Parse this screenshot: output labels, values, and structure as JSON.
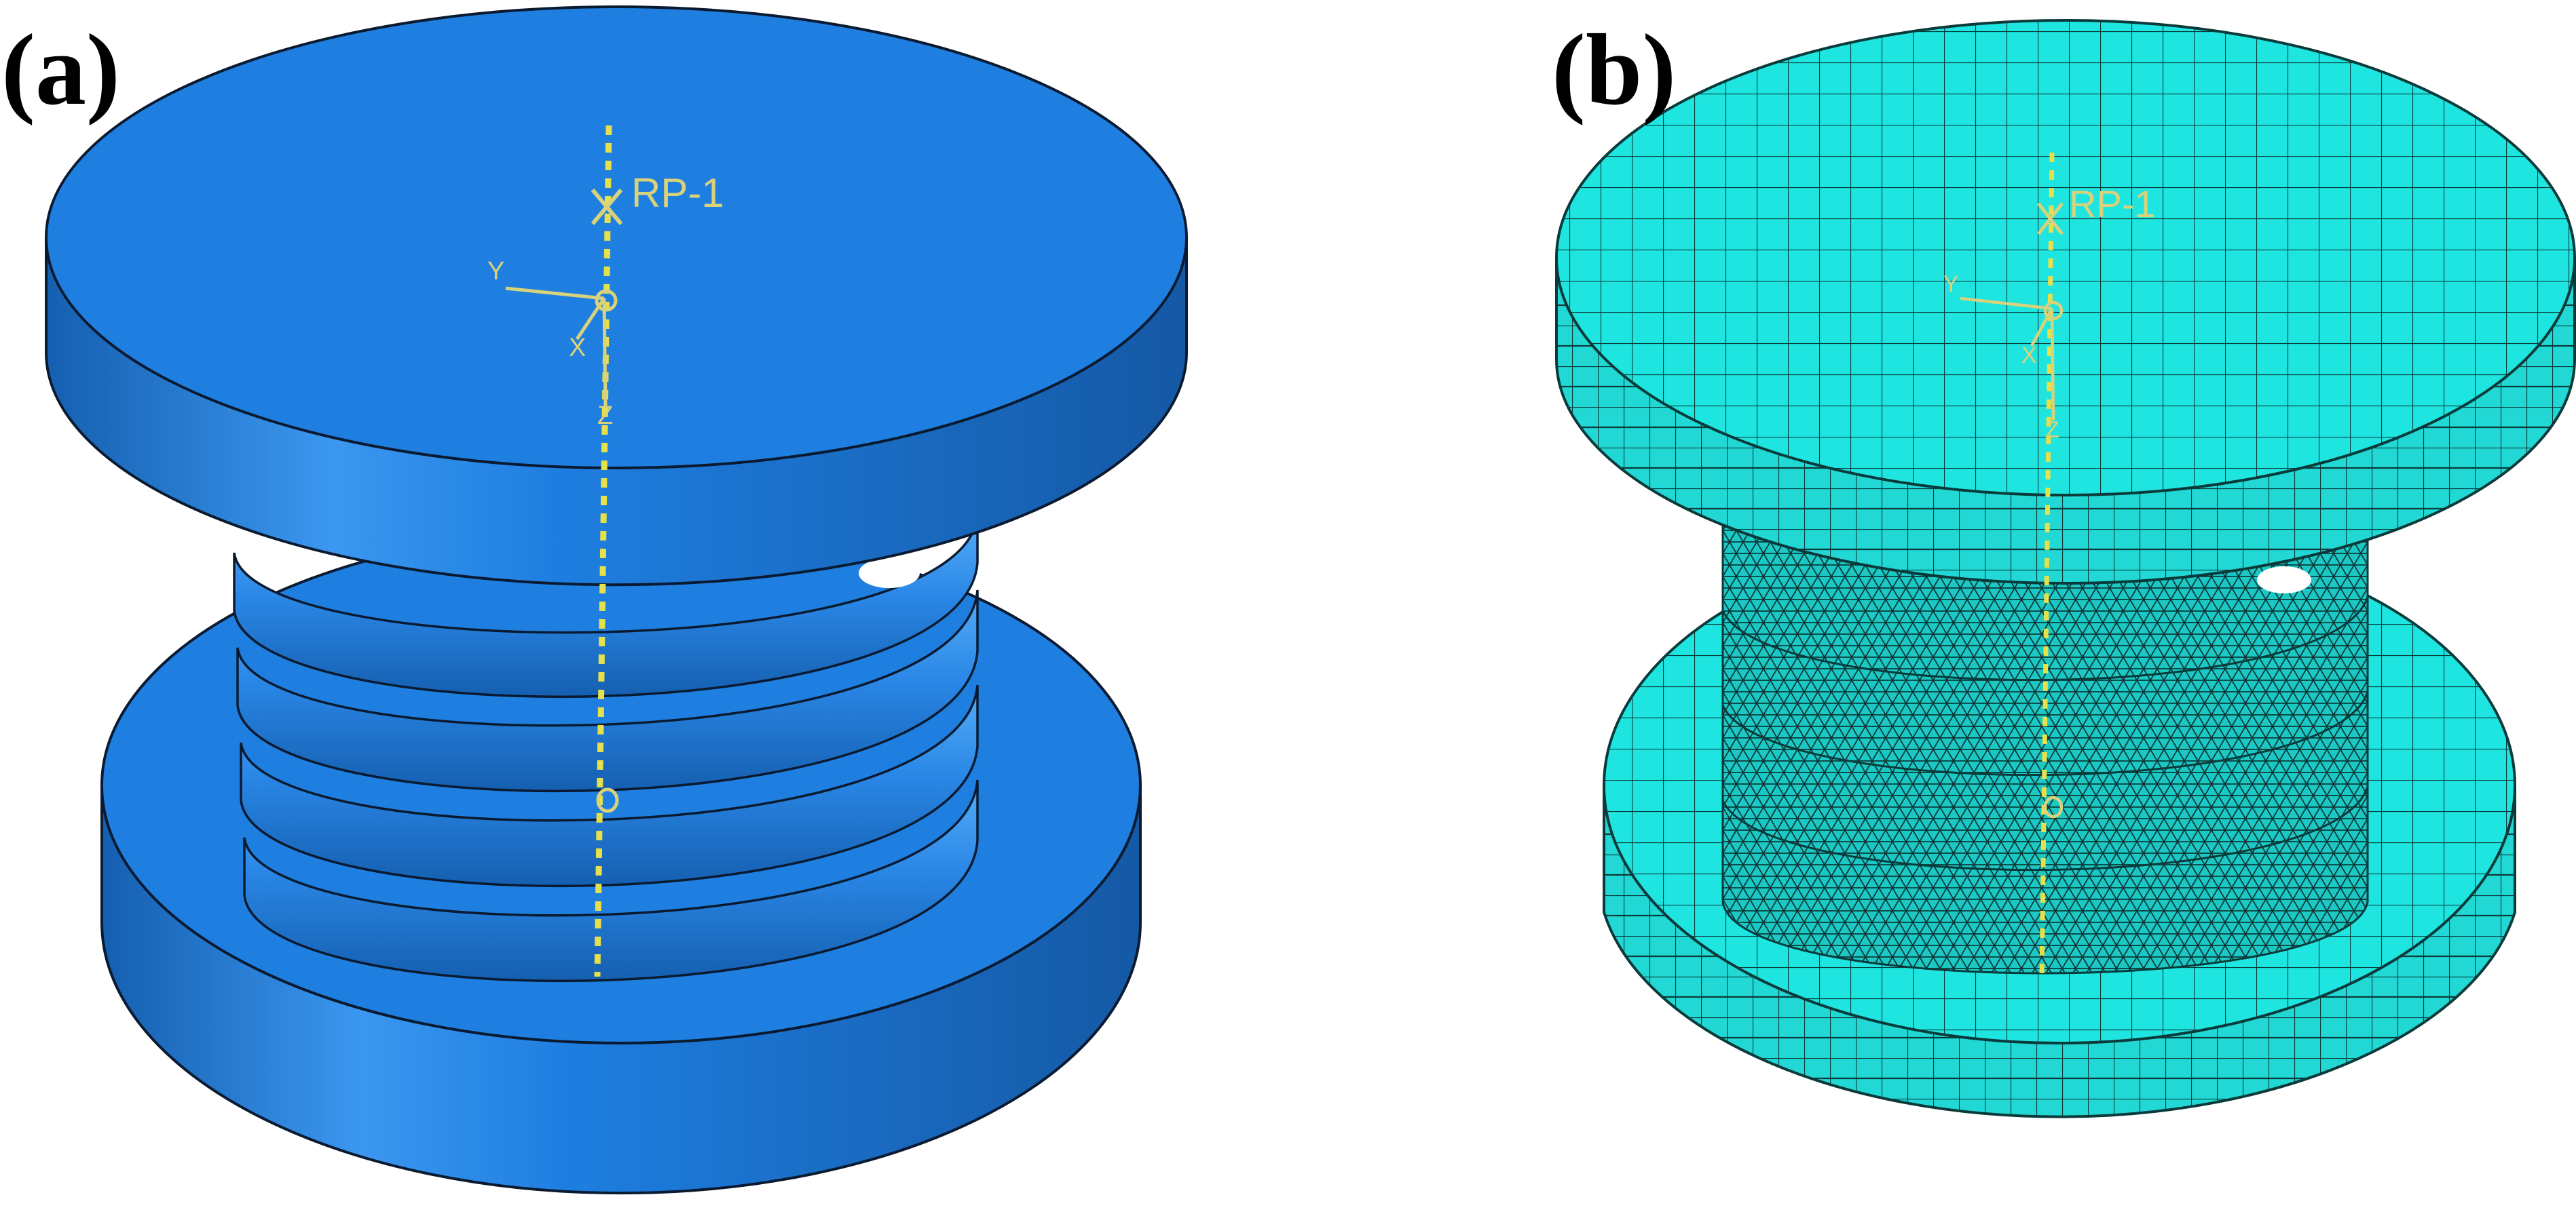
{
  "panels": [
    {
      "label": "(a)",
      "reference_point": "RP-1"
    },
    {
      "label": "(b)",
      "reference_point": "RP-1"
    }
  ],
  "triad": {
    "x": "X",
    "y": "Y",
    "z": "Z"
  },
  "colors": {
    "solid_body": "#1f7fe0",
    "solid_body_dark": "#165fb3",
    "solid_body_light": "#4aa3f5",
    "mesh_body": "#1fe5e0",
    "mesh_body_dark": "#14b9b5",
    "mesh_line": "#0a3a3a",
    "axis_line": "#e6e04a",
    "annotation": "#d9d27a",
    "edge": "#0a1a30"
  }
}
